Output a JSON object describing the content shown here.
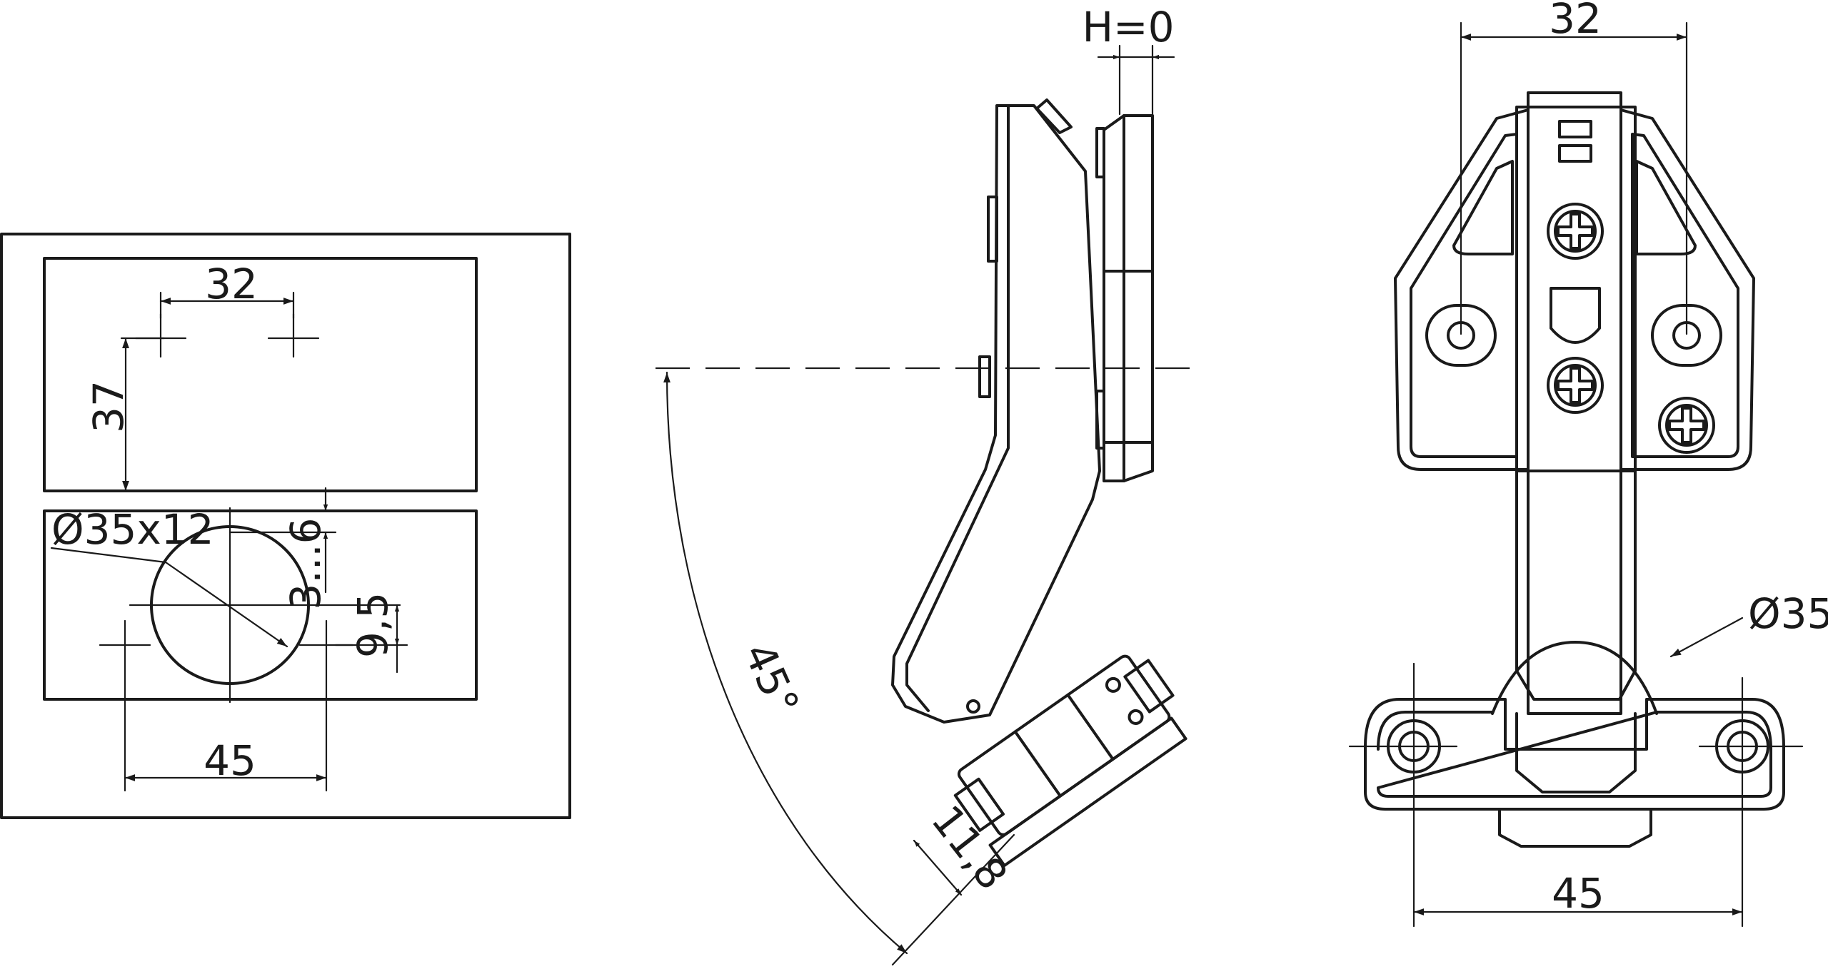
{
  "colors": {
    "line": "#1a1a1a",
    "background": "#ffffff"
  },
  "left_view": {
    "dim_32": "32",
    "dim_37": "37",
    "dim_diameter_depth": "Ø35x12",
    "dim_3_6": "3...6",
    "dim_9_5": "9,5",
    "dim_45": "45"
  },
  "side_view": {
    "dim_h": "H=0",
    "dim_angle": "45°",
    "dim_11_8": "11,8"
  },
  "front_view": {
    "dim_32": "32",
    "dim_diameter": "Ø35",
    "dim_45": "45"
  }
}
